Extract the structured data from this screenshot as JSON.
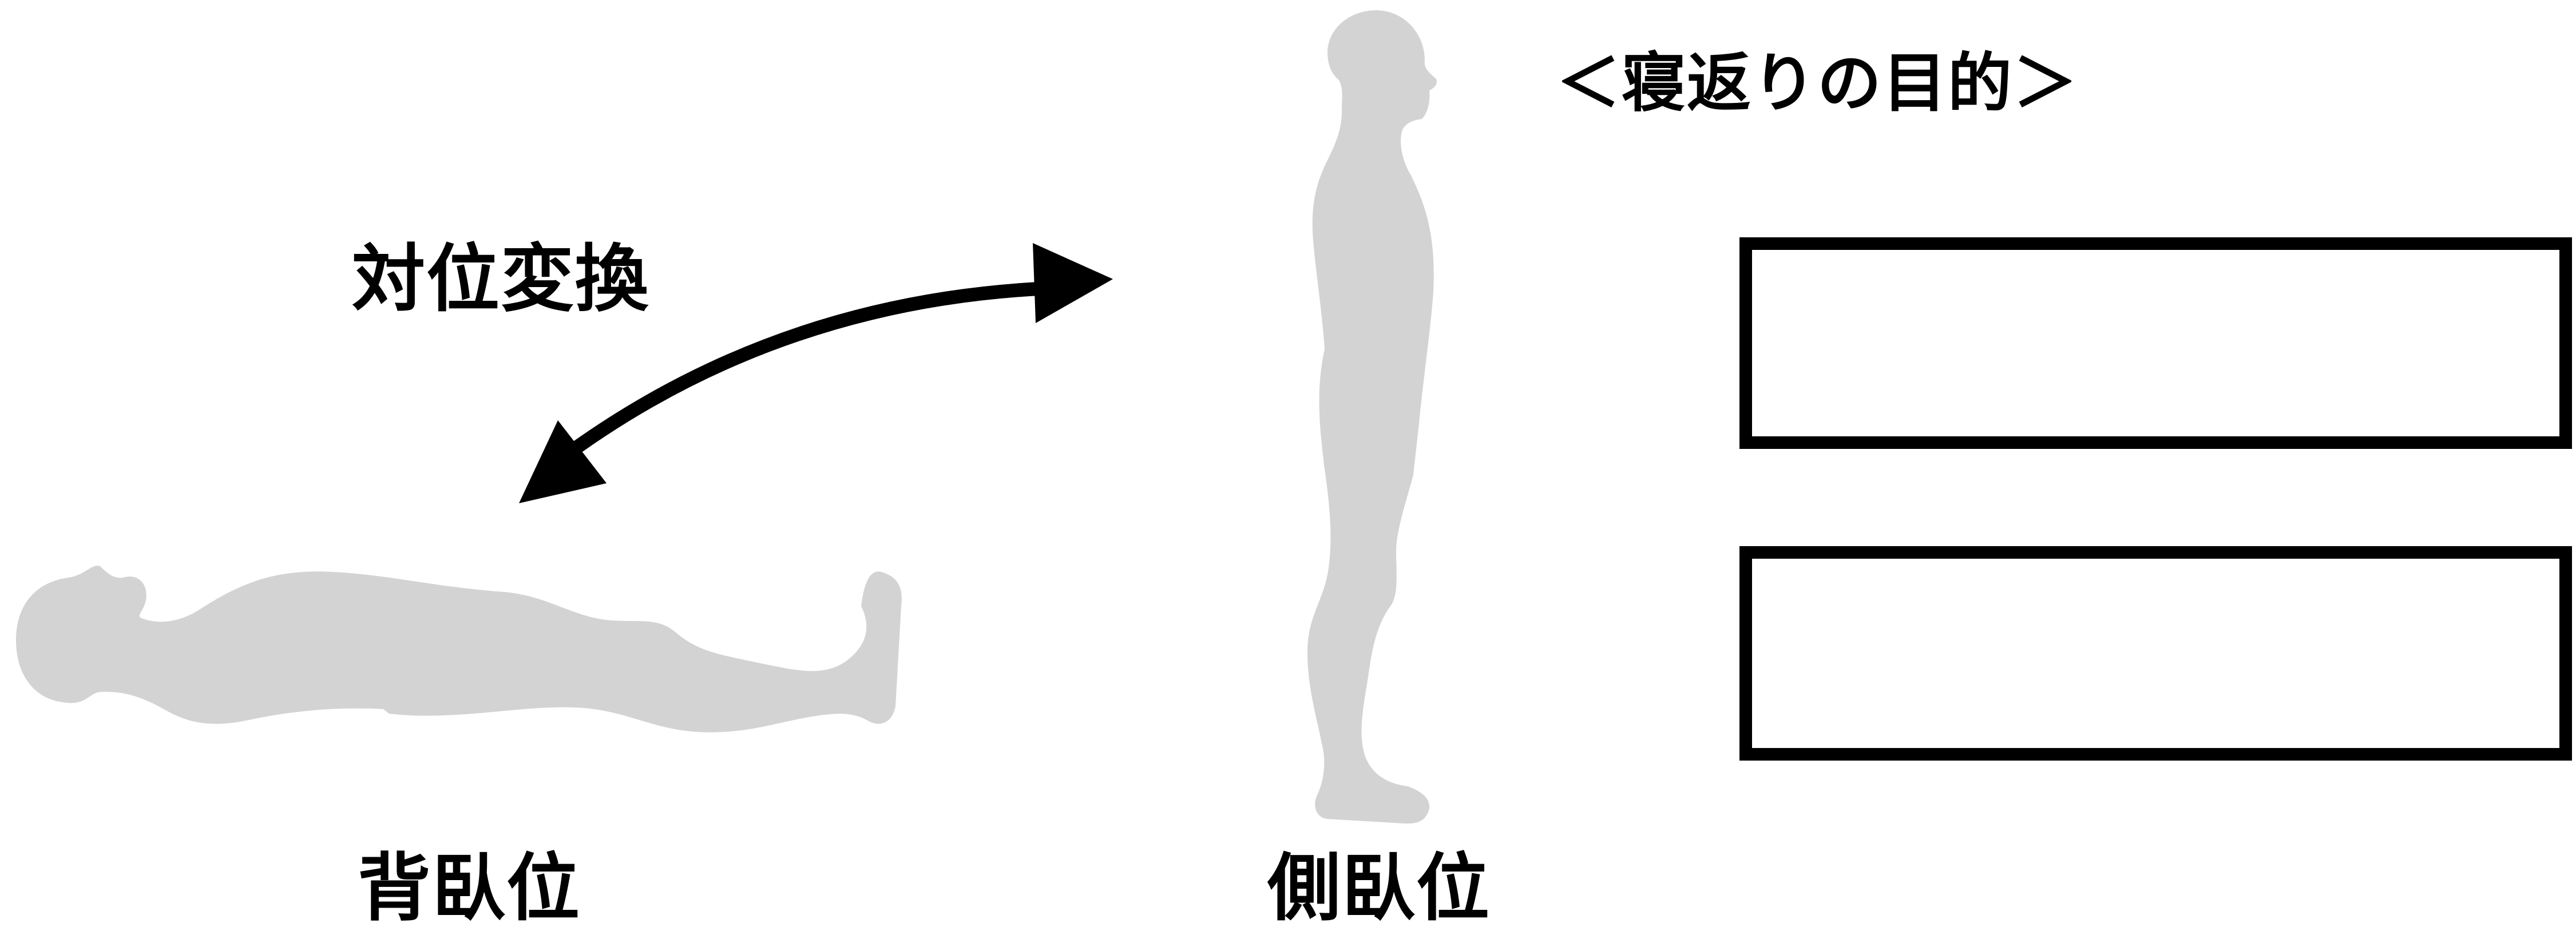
{
  "title": "＜寝返りの目的＞",
  "transform_label": "対位変換",
  "positions": {
    "supine": "背臥位",
    "lateral": "側臥位"
  },
  "answer_boxes": [
    {
      "text": ""
    },
    {
      "text": ""
    }
  ],
  "colors": {
    "silhouette": "#d3d3d3",
    "arrow": "#000000",
    "box_border": "#000000"
  },
  "icons": {
    "arrow": "curved-double-arrow-icon",
    "supine_figure": "lying-person-silhouette",
    "standing_figure": "standing-person-silhouette"
  }
}
